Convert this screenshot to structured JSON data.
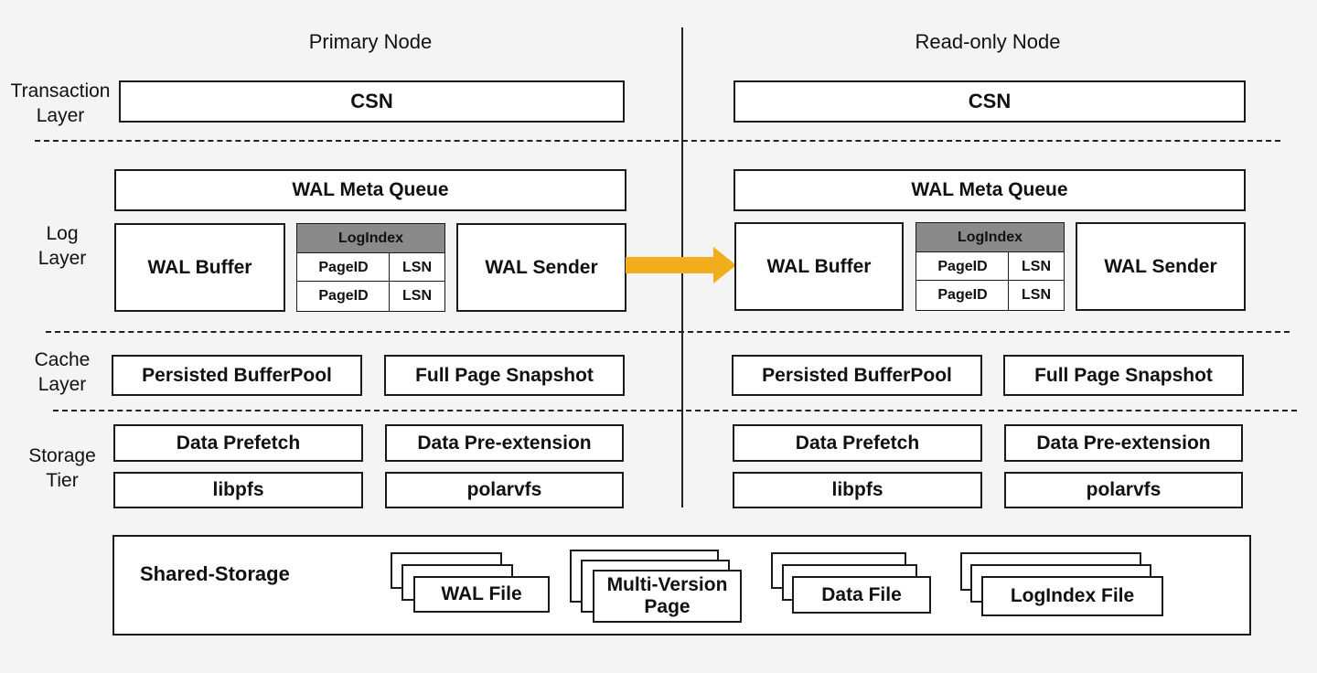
{
  "nodes": {
    "primary": "Primary Node",
    "readonly": "Read-only Node"
  },
  "layers": {
    "transaction": [
      "Transaction",
      "Layer"
    ],
    "log": [
      "Log",
      "Layer"
    ],
    "cache": [
      "Cache",
      "Layer"
    ],
    "storage": [
      "Storage",
      "Tier"
    ]
  },
  "primary": {
    "csn": "CSN",
    "wal_meta_queue": "WAL Meta Queue",
    "wal_buffer": "WAL Buffer",
    "logindex": {
      "title": "LogIndex",
      "rows": [
        [
          "PageID",
          "LSN"
        ],
        [
          "PageID",
          "LSN"
        ]
      ]
    },
    "wal_sender": "WAL Sender",
    "persisted_bufferpool": "Persisted BufferPool",
    "full_page_snapshot": "Full Page Snapshot",
    "data_prefetch": "Data Prefetch",
    "data_preextension": "Data Pre-extension",
    "libpfs": "libpfs",
    "polarvfs": "polarvfs"
  },
  "readonly": {
    "csn": "CSN",
    "wal_meta_queue": "WAL Meta Queue",
    "wal_buffer": "WAL Buffer",
    "logindex": {
      "title": "LogIndex",
      "rows": [
        [
          "PageID",
          "LSN"
        ],
        [
          "PageID",
          "LSN"
        ]
      ]
    },
    "wal_sender": "WAL Sender",
    "persisted_bufferpool": "Persisted BufferPool",
    "full_page_snapshot": "Full Page Snapshot",
    "data_prefetch": "Data Prefetch",
    "data_preextension": "Data Pre-extension",
    "libpfs": "libpfs",
    "polarvfs": "polarvfs"
  },
  "shared_storage": {
    "label": "Shared-Storage",
    "files": [
      "WAL File",
      "Multi-Version Page",
      "Data File",
      "LogIndex File"
    ]
  },
  "colors": {
    "arrow": "#f2ad1c",
    "logindex_header": "#8a8a8a"
  }
}
